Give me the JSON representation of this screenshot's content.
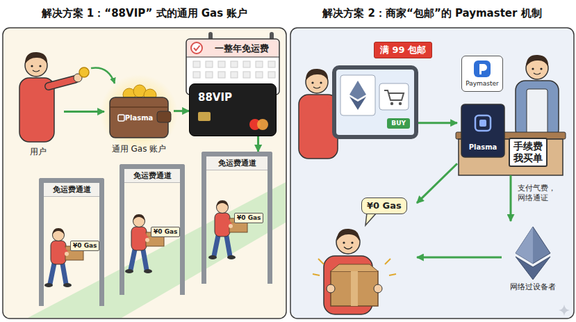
{
  "diagram": {
    "nodes": [
      {
        "text": [
          "解决方案 1：“88VIP” 式的通用 Gas 账户"
        ]
      },
      {
        "text": [
          "用户"
        ],
        "in": 0
      },
      {
        "text": [
          "Plasma",
          "通用 Gas 账户"
        ],
        "in": 0
      },
      {
        "text": [
          "一整年免运费"
        ],
        "in": 0
      },
      {
        "text": [
          "88VIP"
        ],
        "in": 0
      },
      {
        "text": [
          "免运费通道"
        ],
        "in": 0
      },
      {
        "text": [
          "¥0 Gas"
        ],
        "in": 5
      },
      {
        "text": [
          "免运费通道"
        ],
        "in": 0
      },
      {
        "text": [
          "¥0 Gas"
        ],
        "in": 7
      },
      {
        "text": [
          "免运费通道"
        ],
        "in": 0
      },
      {
        "text": [
          "¥0 Gas"
        ],
        "in": 9
      },
      {
        "text": [
          "解决方案 2：商家“包邮”的 Paymaster 机制"
        ]
      },
      {
        "text": [
          "满 99 包邮"
        ],
        "in": 11
      },
      {
        "text": [
          "BUY"
        ],
        "in": 11
      },
      {
        "text": [
          "Paymaster"
        ],
        "in": 11
      },
      {
        "text": [
          "Plasma",
          "手续费 我买单"
        ],
        "in": 11
      },
      {
        "text": [
          "¥0 Gas"
        ],
        "in": 11
      },
      {
        "text": [
          "网络过设备者"
        ],
        "in": 11
      }
    ],
    "edges": [
      {
        "from": 1,
        "to": 2,
        "arrow": "to"
      },
      {
        "from": 2,
        "to": 4,
        "arrow": "to"
      },
      {
        "from": 4,
        "to": 9,
        "arrow": "to"
      },
      {
        "from": 13,
        "to": 15,
        "arrow": "to"
      },
      {
        "from": 15,
        "to": 17,
        "label": "支付气费， 网络通证",
        "arrow": "to"
      },
      {
        "from": 17,
        "to": 16,
        "arrow": "to"
      },
      {
        "from": 15,
        "to": 16,
        "arrow": "to"
      }
    ]
  }
}
